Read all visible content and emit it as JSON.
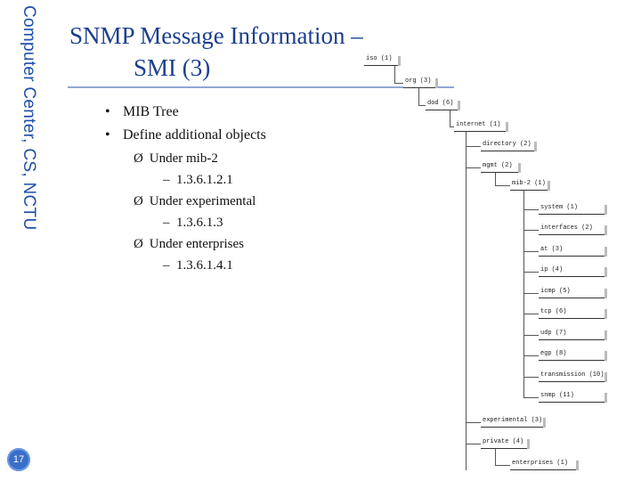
{
  "sidebar": {
    "label": "Computer Center, CS, NCTU",
    "page_number": "17"
  },
  "slide": {
    "title_line1": "SNMP Message Information –",
    "title_line2": "SMI (3)",
    "bullets": [
      "MIB Tree",
      "Define additional objects"
    ],
    "sub_items": [
      {
        "label": "Under mib-2",
        "oid": "1.3.6.1.2.1"
      },
      {
        "label": "Under experimental",
        "oid": "1.3.6.1.3"
      },
      {
        "label": "Under enterprises",
        "oid": "1.3.6.1.4.1"
      }
    ]
  },
  "mib_tree": {
    "iso": "iso (1)",
    "org": "org (3)",
    "dod": "dod (6)",
    "internet": "internet (1)",
    "directory": "directory (2)",
    "mgmt": "mgmt (2)",
    "mib2": "mib-2 (1)",
    "mib2_children": [
      "system (1)",
      "interfaces (2)",
      "at (3)",
      "ip (4)",
      "icmp (5)",
      "tcp (6)",
      "udp (7)",
      "egp (8)",
      "transmission (10)",
      "snmp (11)"
    ],
    "experimental": "experimental (3)",
    "private": "private (4)",
    "enterprises": "enterprises (1)"
  },
  "colors": {
    "title": "#1c3f8e",
    "sidebar_text": "#1f4fa8",
    "badge": "#3a6fc9"
  }
}
